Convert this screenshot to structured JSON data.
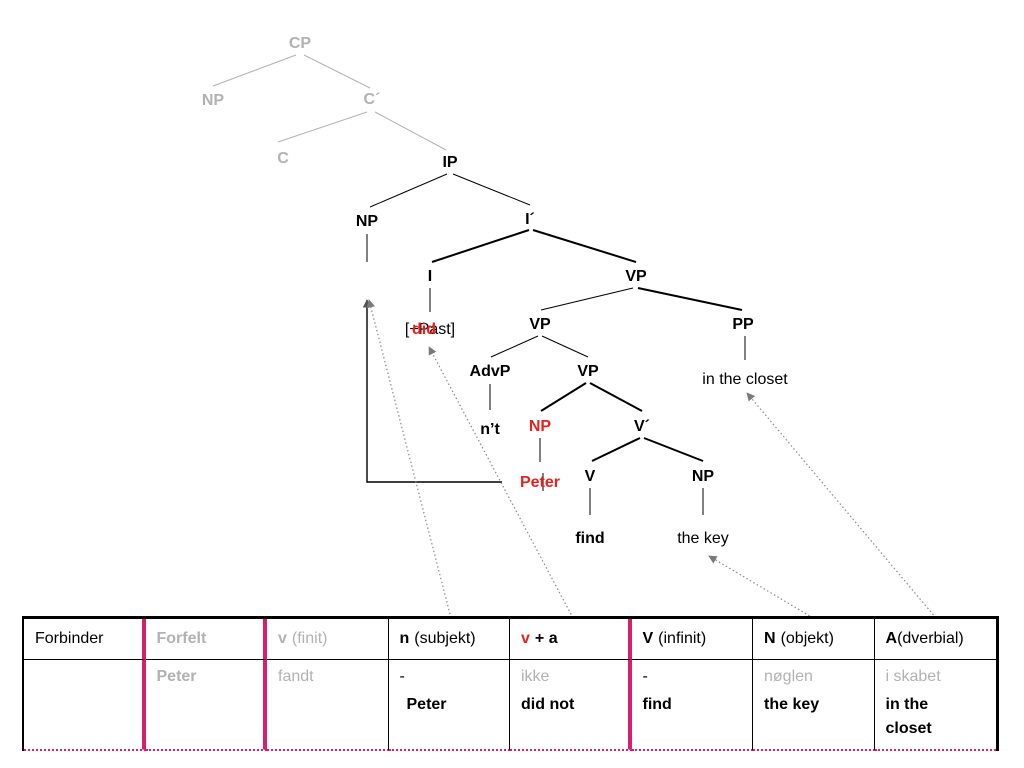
{
  "colors": {
    "gray": "#b2b2b2",
    "red": "#e42320",
    "pink": "#d6206e",
    "arrow": "#8a8a8a"
  },
  "tree": {
    "cp": "CP",
    "cp_spec": "NP",
    "c_bar": "C´",
    "c": "C",
    "ip": "IP",
    "ip_spec": "NP",
    "i_bar": "I´",
    "i": "I",
    "i_feature": "[+Past]",
    "i_aux": "did",
    "vp_top": "VP",
    "vp_mid": "VP",
    "pp": "PP",
    "pp_words": "in the closet",
    "advp": "AdvP",
    "advp_word": "n’t",
    "vp_low": "VP",
    "subject_np": "NP",
    "subject_word": "Peter",
    "v_bar": "V´",
    "v": "V",
    "object_np": "NP",
    "verb_word": "find",
    "object_word": "the key"
  },
  "table": {
    "columns": [
      {
        "head": "Forbinder"
      },
      {
        "head": "Forfelt",
        "danish": "Peter"
      },
      {
        "head_symbol": "v",
        "head_rest": "(finit)",
        "danish": "fandt"
      },
      {
        "head_symbol": "n",
        "head_rest": "(subjekt)",
        "danish": "-",
        "english": "Peter"
      },
      {
        "head_symbol": "v",
        "head_rest": "+ a",
        "danish": "ikke",
        "english": "did not"
      },
      {
        "head_symbol": "V",
        "head_rest": "(infinit)",
        "danish": "-",
        "english": "find"
      },
      {
        "head_symbol": "N",
        "head_rest": "(objekt)",
        "danish": "nøglen",
        "english": "the key"
      },
      {
        "head_symbol": "A",
        "head_rest": "(dverbial)",
        "danish": "i skabet",
        "english": "in the closet"
      }
    ]
  }
}
